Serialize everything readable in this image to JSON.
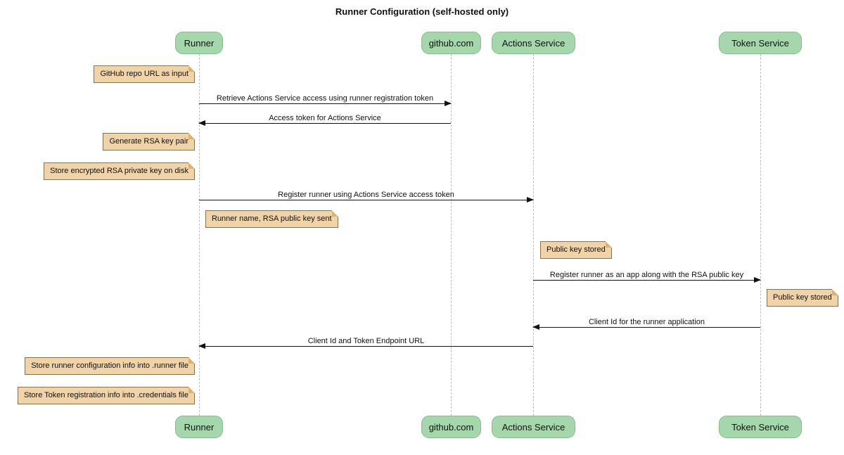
{
  "title": "Runner Configuration (self-hosted only)",
  "participants": [
    {
      "label": "Runner"
    },
    {
      "label": "github.com"
    },
    {
      "label": "Actions Service"
    },
    {
      "label": "Token Service"
    }
  ],
  "messages": [
    {
      "text": "Retrieve Actions Service access using runner registration token",
      "from": "Runner",
      "to": "github.com"
    },
    {
      "text": "Access token for Actions Service",
      "from": "github.com",
      "to": "Runner"
    },
    {
      "text": "Register runner using Actions Service access token",
      "from": "Runner",
      "to": "Actions Service"
    },
    {
      "text": "Register runner as an app along with the RSA public key",
      "from": "Actions Service",
      "to": "Token Service"
    },
    {
      "text": "Client Id for the runner application",
      "from": "Token Service",
      "to": "Actions Service"
    },
    {
      "text": "Client Id and Token Endpoint URL",
      "from": "Actions Service",
      "to": "Runner"
    }
  ],
  "notes": [
    {
      "text": "GitHub repo URL as input",
      "anchor": "Runner"
    },
    {
      "text": "Generate RSA key pair",
      "anchor": "Runner"
    },
    {
      "text": "Store encrypted RSA private key on disk",
      "anchor": "Runner"
    },
    {
      "text": "Runner name, RSA public key sent",
      "anchor": "Runner"
    },
    {
      "text": "Public key stored",
      "anchor": "Actions Service"
    },
    {
      "text": "Public key stored",
      "anchor": "Token Service"
    },
    {
      "text": "Store runner configuration info into .runner file",
      "anchor": "Runner"
    },
    {
      "text": "Store Token registration info into .credentials file",
      "anchor": "Runner"
    }
  ],
  "colors": {
    "background": "#ffffff",
    "participant_fill": "#a6d7ac",
    "participant_border": "#84bd90",
    "note_fill": "#f0d3a9",
    "note_border": "#8b7148",
    "lifeline": "#bfbfbf",
    "arrow": "#111111",
    "text": "#111111"
  }
}
